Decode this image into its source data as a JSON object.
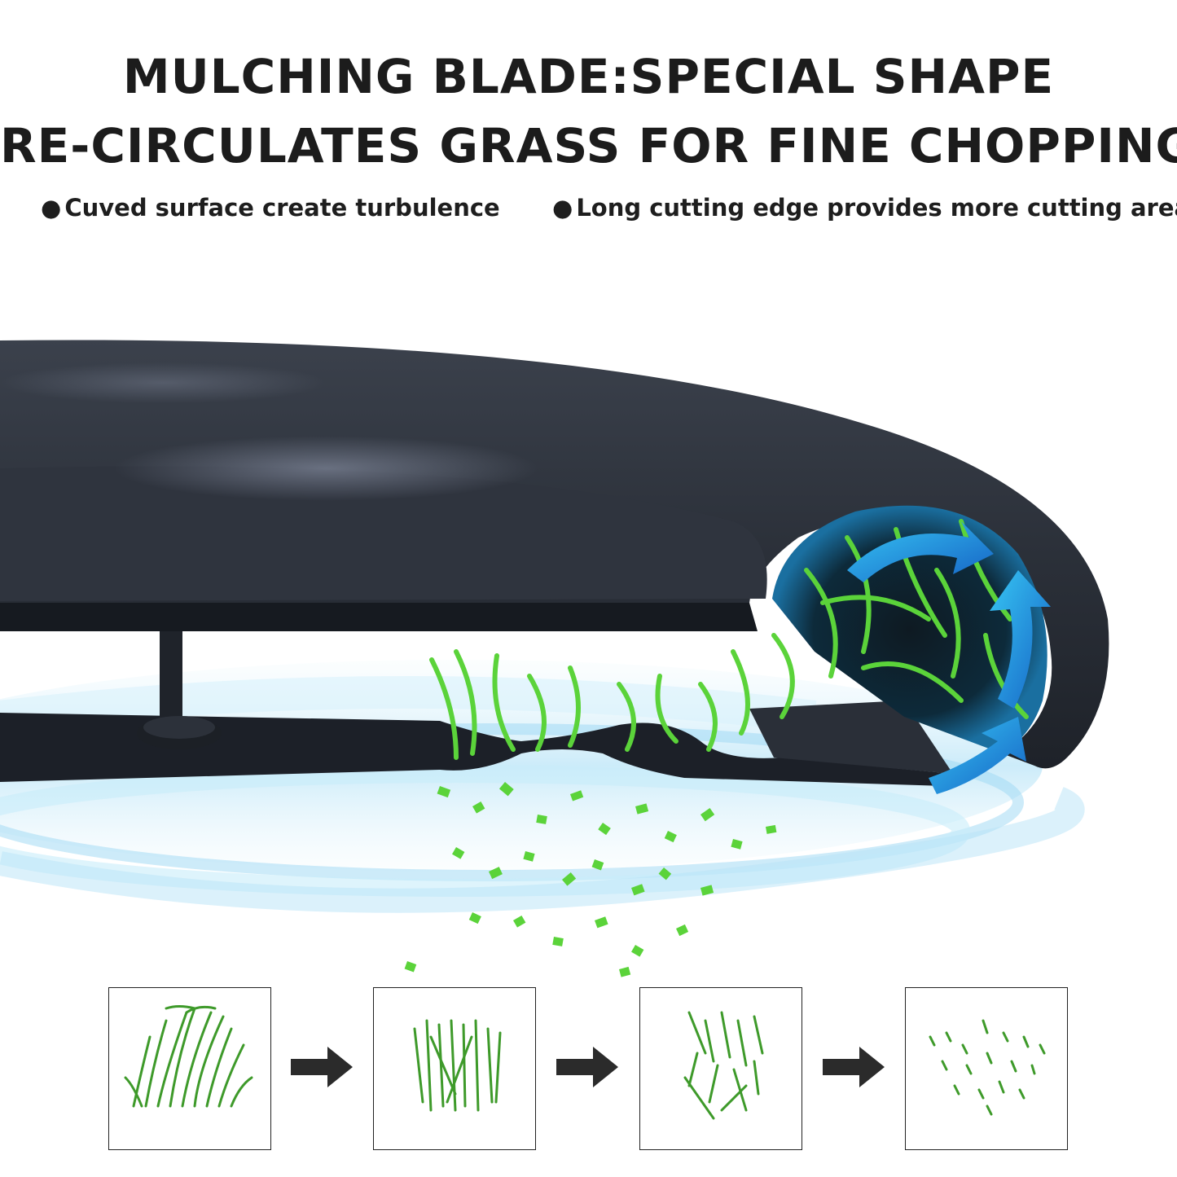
{
  "headline": {
    "line1": "MULCHING BLADE:SPECIAL SHAPE",
    "line2": "RE-CIRCULATES GRASS FOR FINE CHOPPING"
  },
  "features": [
    {
      "bullet": "●",
      "text": "Cuved surface create turbulence"
    },
    {
      "bullet": "●",
      "text": "Long cutting edge provides more cutting area"
    }
  ],
  "illustration": {
    "blade_color": "#2a2e36",
    "airflow_color": "#bfe6f8",
    "grass_color": "#5bd33a",
    "arrow_color": "#1f86d8",
    "icons": [
      "mulching-blade-icon",
      "grass-clippings-icon",
      "circulation-arrow-icon"
    ]
  },
  "process_stages": [
    {
      "icon": "tall-grass-icon"
    },
    {
      "icon": "cut-grass-icon"
    },
    {
      "icon": "chopped-grass-icon"
    },
    {
      "icon": "fine-mulch-icon"
    }
  ],
  "stage_arrow_icon": "right-arrow-icon"
}
